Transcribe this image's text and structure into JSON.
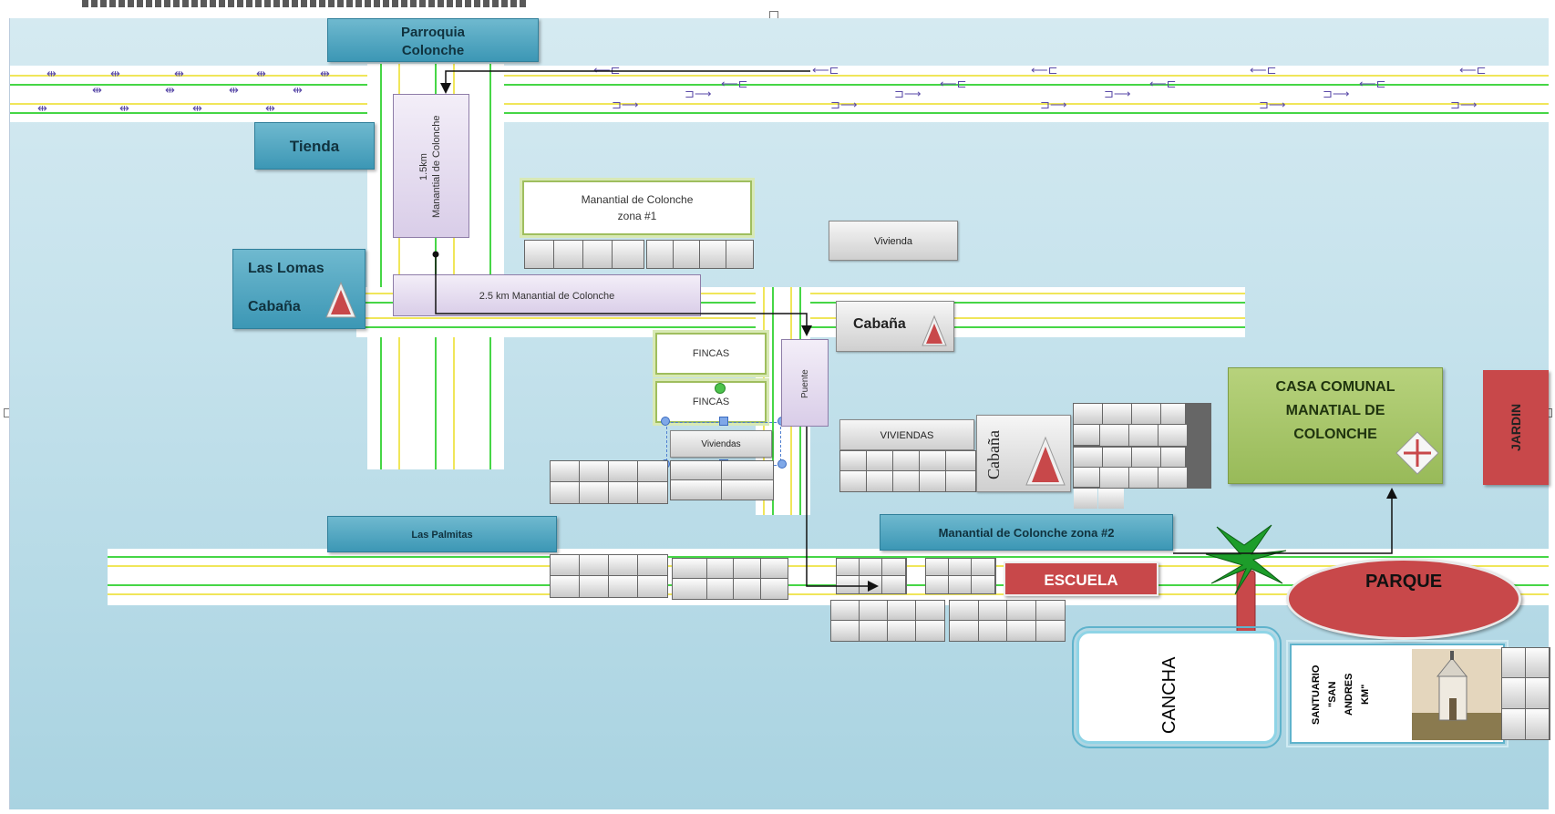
{
  "map": {
    "parroquia": "Parroquia\nColonche",
    "tienda": "Tienda",
    "las_lomas": "Las Lomas",
    "cabana": "Cabaña",
    "km_15": "1.5km\nManantial de Colonche",
    "km_25_road": "2.5 km Manantial de Colonche",
    "manantial_zona1": "Manantial de Colonche\nzona #1",
    "vivienda": "Vivienda",
    "cabana_right": "Cabaña",
    "fincas_1": "FINCAS",
    "fincas_2": "FINCAS",
    "viviendas_small": "Viviendas",
    "puente": "Puente",
    "viviendas_caps": "VIVIENDAS",
    "cabana_vertical": "Cabaña",
    "casa_comunal": "CASA COMUNAL\nMANATIAL DE\nCOLONCHE",
    "jardin": "JARDIN",
    "las_palmitas": "Las Palmitas",
    "manantial_zona2": "Manantial de Colonche zona #2",
    "escuela": "ESCUELA",
    "parque": "PARQUE",
    "cancha": "CANCHA",
    "santuario": "SANTUARIO\n\"SAN\nANDRES\nKM\""
  },
  "colors": {
    "teal": "#3c97b5",
    "lavender": "#d9cde8",
    "red": "#c8484a",
    "casa_green": "#a6c56b",
    "road_green": "#2dd42d",
    "road_yellow": "#f2e100",
    "arrow": "#111111"
  },
  "icons": [
    "vehicle-arrow-icon",
    "warning-triangle-icon",
    "palm-tree-icon",
    "church-photo-icon",
    "compass-icon"
  ]
}
